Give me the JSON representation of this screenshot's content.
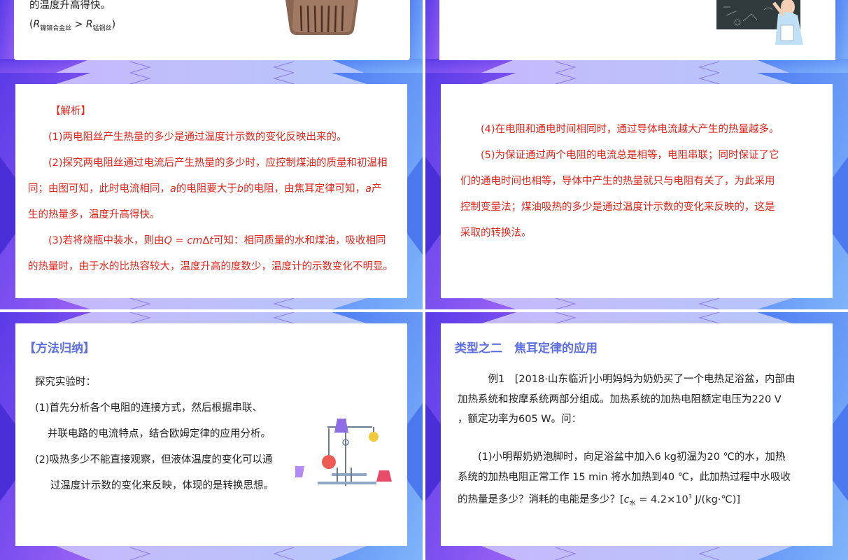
{
  "slide1": {
    "text_line": "的温度升高得快。",
    "formula_open": "(",
    "formula_r1": "R",
    "formula_sub1": "镍铬合金丝",
    "formula_gt": " > ",
    "formula_r2": "R",
    "formula_sub2": "锰铜丝",
    "formula_close": ")"
  },
  "slide3": {
    "title": "【解析】",
    "p1": "(1)两电阻丝产生热量的多少是通过温度计示数的变化反映出来的。",
    "p2_line1": "(2)探究两电阻丝通过电流后产生热量的多少时，应控制煤油的质量和初温相",
    "p2_line2a": "同；由图可知，此时电流相同，",
    "p2_var_a": "a",
    "p2_line2b": "的电阻要大于",
    "p2_var_b": "b",
    "p2_line2c": "的电阻，由焦耳定律可知，",
    "p2_var_a2": "a",
    "p2_line2d": "产",
    "p2_line3": "生的热量多，温度升高得快。",
    "p3_line1a": "(3)若将烧瓶中装水，则由",
    "p3_formula": "Q = cm",
    "p3_delta": "Δ",
    "p3_t": "t",
    "p3_line1b": "可知：相同质量的水和煤油，吸收相同",
    "p3_line2": "的热量时，由于水的比热容较大，温度升高的度数少，温度计的示数变化不明显。"
  },
  "slide4": {
    "p4": "(4)在电阻和通电时间相同时，通过导体电流越大产生的热量越多。",
    "p5_line1": "(5)为保证通过两个电阻的电流总是相等，电阻串联；同时保证了它",
    "p5_line2": "们的通电时间也相等，导体中产生的热量就只与电阻有关了，为此采用",
    "p5_line3": "控制变量法；煤油吸热的多少是通过温度计示数的变化来反映的，这是",
    "p5_line4": "采取的转换法。"
  },
  "slide5": {
    "title": "【方法归纳】",
    "intro": "探究实验时：",
    "item1_line1": "(1)首先分析各个电阻的连接方式，然后根据串联、",
    "item1_line2": "并联电路的电流特点，结合欧姆定律的应用分析。",
    "item2_line1": "(2)吸热多少不能直接观察，但液体温度的变化可以通",
    "item2_line2": "过温度计示数的变化来反映，体现的是转换思想。"
  },
  "slide6": {
    "title": "类型之二　焦耳定律的应用",
    "ex_line1": "例1　[2018·山东临沂]小明妈妈为奶奶买了一个电热足浴盆，内部由",
    "ex_line2": "加热系统和按摩系统两部分组成。加热系统的加热电阻额定电压为220 V",
    "ex_line3": "，额定功率为605 W。问：",
    "q1_line1": "(1)小明帮奶奶泡脚时，向足浴盆中加入6  kg初温为20 ℃的水，加热",
    "q1_line2": "系统的加热电阻正常工作 15 min 将水加热到40 ℃，此加热过程中水吸收",
    "q1_line3a": "的热量是多少？消耗的电能是多少？[",
    "q1_c": "c",
    "q1_sub": "水",
    "q1_eq": " = 4.2×10",
    "q1_sup": "3",
    "q1_unit": "  J/(kg·℃)]"
  },
  "colors": {
    "accent_purple": "#7b4cf2",
    "accent_blue": "#5b9af5",
    "answer_red": "#e0241b",
    "heading_blue": "#5d6ee0"
  }
}
